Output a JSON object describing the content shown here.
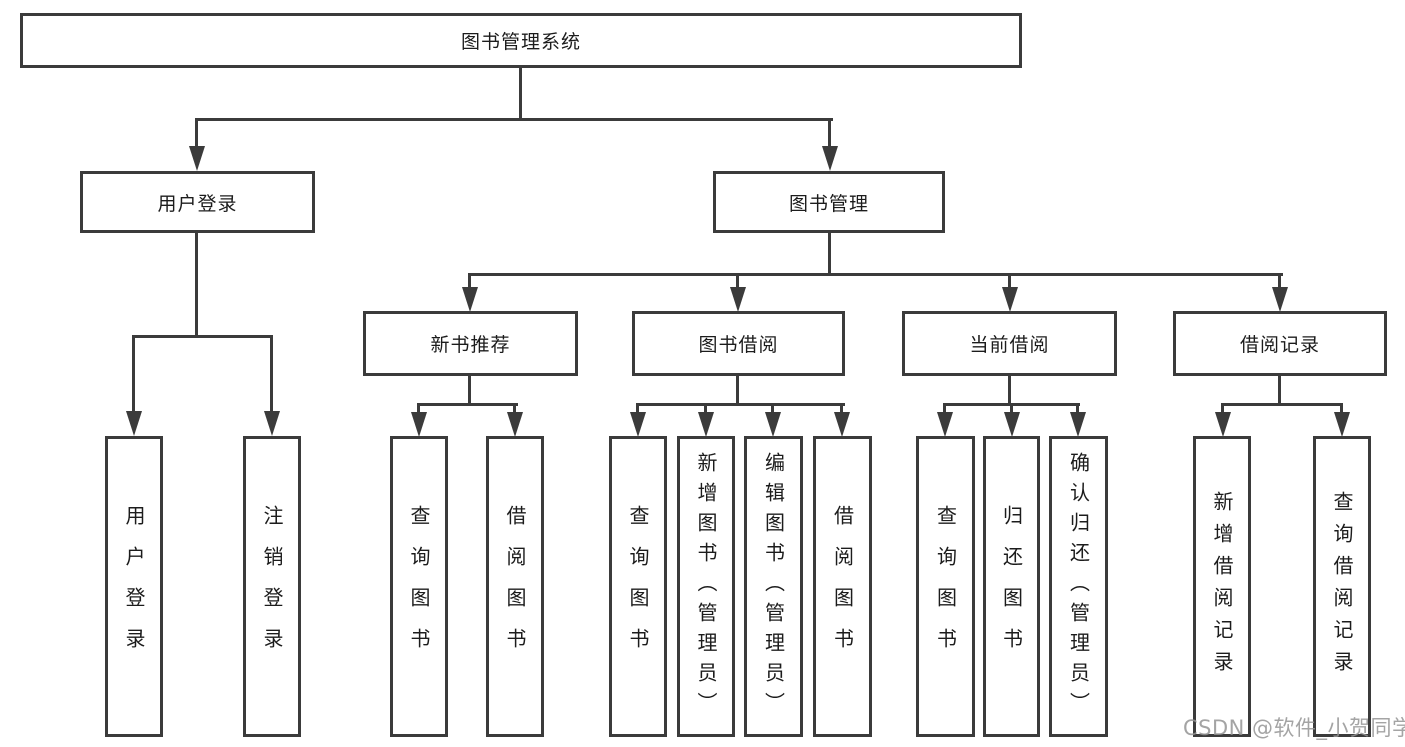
{
  "tree": {
    "root": "图书管理系统",
    "branches": [
      {
        "label": "用户登录",
        "leaves": [
          "用户登录",
          "注销登录"
        ]
      },
      {
        "label": "图书管理",
        "groups": [
          {
            "label": "新书推荐",
            "leaves": [
              "查询图书",
              "借阅图书"
            ]
          },
          {
            "label": "图书借阅",
            "leaves": [
              "查询图书",
              "新增图书（管理员）",
              "编辑图书（管理员）",
              "借阅图书"
            ]
          },
          {
            "label": "当前借阅",
            "leaves": [
              "查询图书",
              "归还图书",
              "确认归还（管理员）"
            ]
          },
          {
            "label": "借阅记录",
            "leaves": [
              "新增借阅记录",
              "查询借阅记录"
            ]
          }
        ]
      }
    ]
  },
  "watermark": "CSDN @软件_小贺同学",
  "colors": {
    "line": "#3b3b3b",
    "text": "#1c1c1c",
    "background": "#ffffff",
    "watermark": "#949494"
  }
}
